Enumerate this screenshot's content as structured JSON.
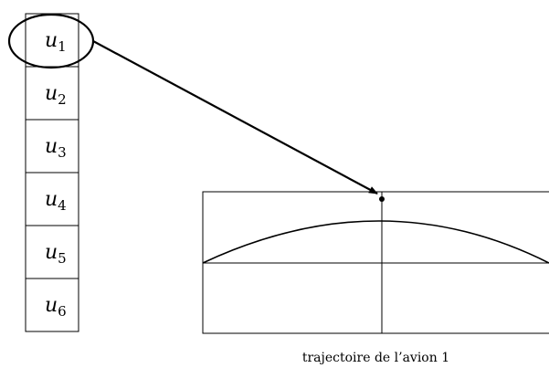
{
  "vector": {
    "cells": [
      {
        "letter": "u",
        "index": "1"
      },
      {
        "letter": "u",
        "index": "2"
      },
      {
        "letter": "u",
        "index": "3"
      },
      {
        "letter": "u",
        "index": "4"
      },
      {
        "letter": "u",
        "index": "5"
      },
      {
        "letter": "u",
        "index": "6"
      }
    ],
    "highlighted_cell_index": 0
  },
  "plot": {
    "caption": "trajectoire de l’avion 1"
  },
  "colors": {
    "stroke": "#000000",
    "background": "#ffffff"
  }
}
